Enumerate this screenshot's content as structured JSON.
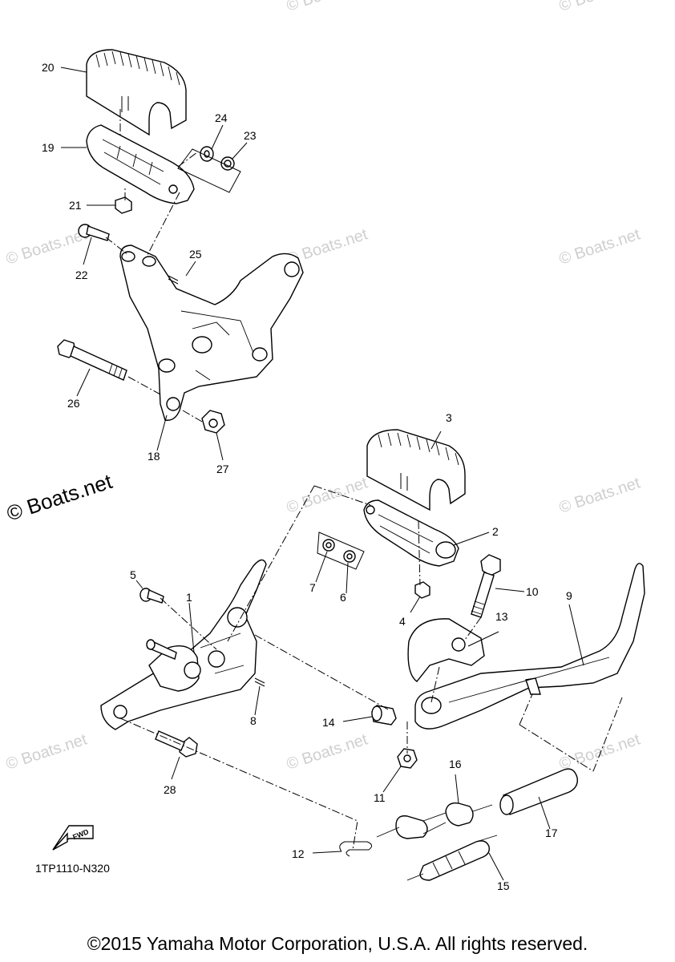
{
  "diagram": {
    "part_code": "1TP1110-N320",
    "fwd_label": "FWD",
    "watermark_small": "© Boats.net",
    "watermark_large": "© Boats.net",
    "copyright": "©2015 Yamaha Motor Corporation, U.S.A. All rights reserved.",
    "callouts": [
      "1",
      "2",
      "3",
      "4",
      "5",
      "6",
      "7",
      "8",
      "9",
      "10",
      "11",
      "12",
      "13",
      "14",
      "15",
      "16",
      "17",
      "18",
      "19",
      "20",
      "21",
      "22",
      "23",
      "24",
      "25",
      "26",
      "27",
      "28"
    ]
  }
}
